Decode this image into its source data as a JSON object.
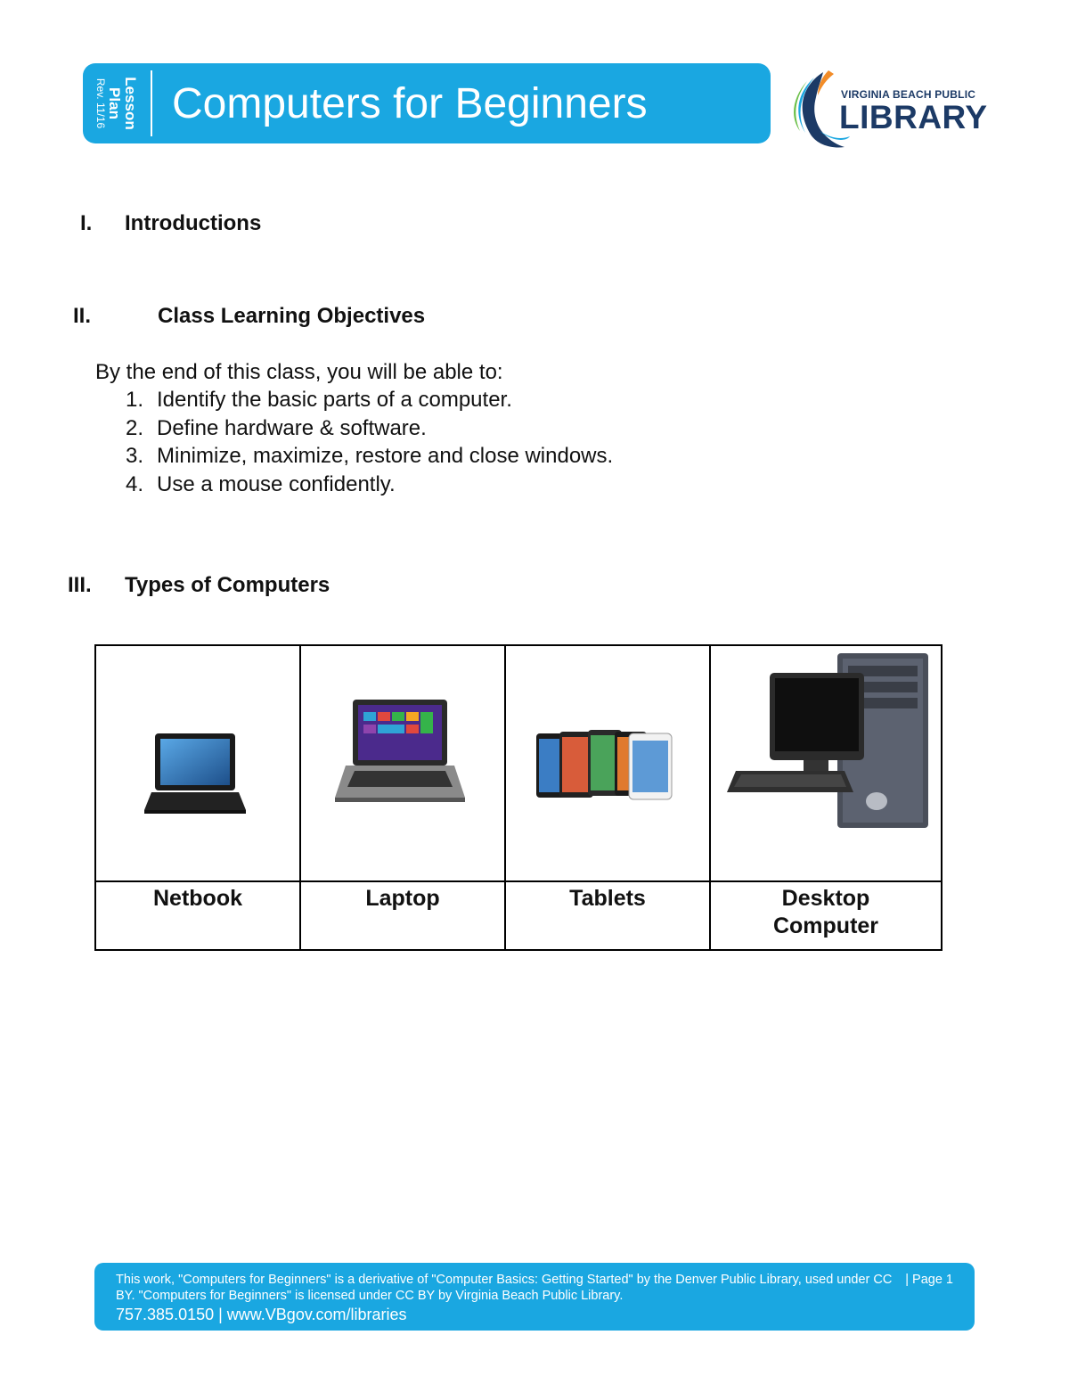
{
  "header": {
    "label_lesson": "Lesson",
    "label_plan": "Plan",
    "label_rev": "Rev. 11/16",
    "title": "Computers for Beginners",
    "logo_top": "VIRGINIA BEACH PUBLIC",
    "logo_main": "LIBRARY"
  },
  "sections": [
    {
      "num": "I.",
      "title": "Introductions"
    },
    {
      "num": "II.",
      "title": "Class Learning Objectives"
    },
    {
      "num": "III.",
      "title": "Types of Computers"
    }
  ],
  "objectives": {
    "intro": "By the end of this class, you will be able to:",
    "items": [
      {
        "n": "1.",
        "text": "Identify the basic parts of a computer."
      },
      {
        "n": "2.",
        "text": "Define hardware & software."
      },
      {
        "n": "3.",
        "text": "Minimize, maximize, restore and close windows."
      },
      {
        "n": "4.",
        "text": "Use a mouse confidently."
      }
    ]
  },
  "computer_types": {
    "labels": [
      "Netbook",
      "Laptop",
      "Tablets",
      "Desktop Computer"
    ]
  },
  "footer": {
    "credit": "This work, \"Computers for Beginners\" is a derivative of \"Computer Basics: Getting Started\" by the Denver Public Library, used under CC BY. \"Computers for Beginners\" is licensed under CC BY by Virginia Beach Public Library.",
    "page": "| Page 1",
    "contact": "757.385.0150 | www.VBgov.com/libraries"
  },
  "colors": {
    "banner_blue": "#1aa7e1",
    "logo_navy": "#1c3a66"
  }
}
